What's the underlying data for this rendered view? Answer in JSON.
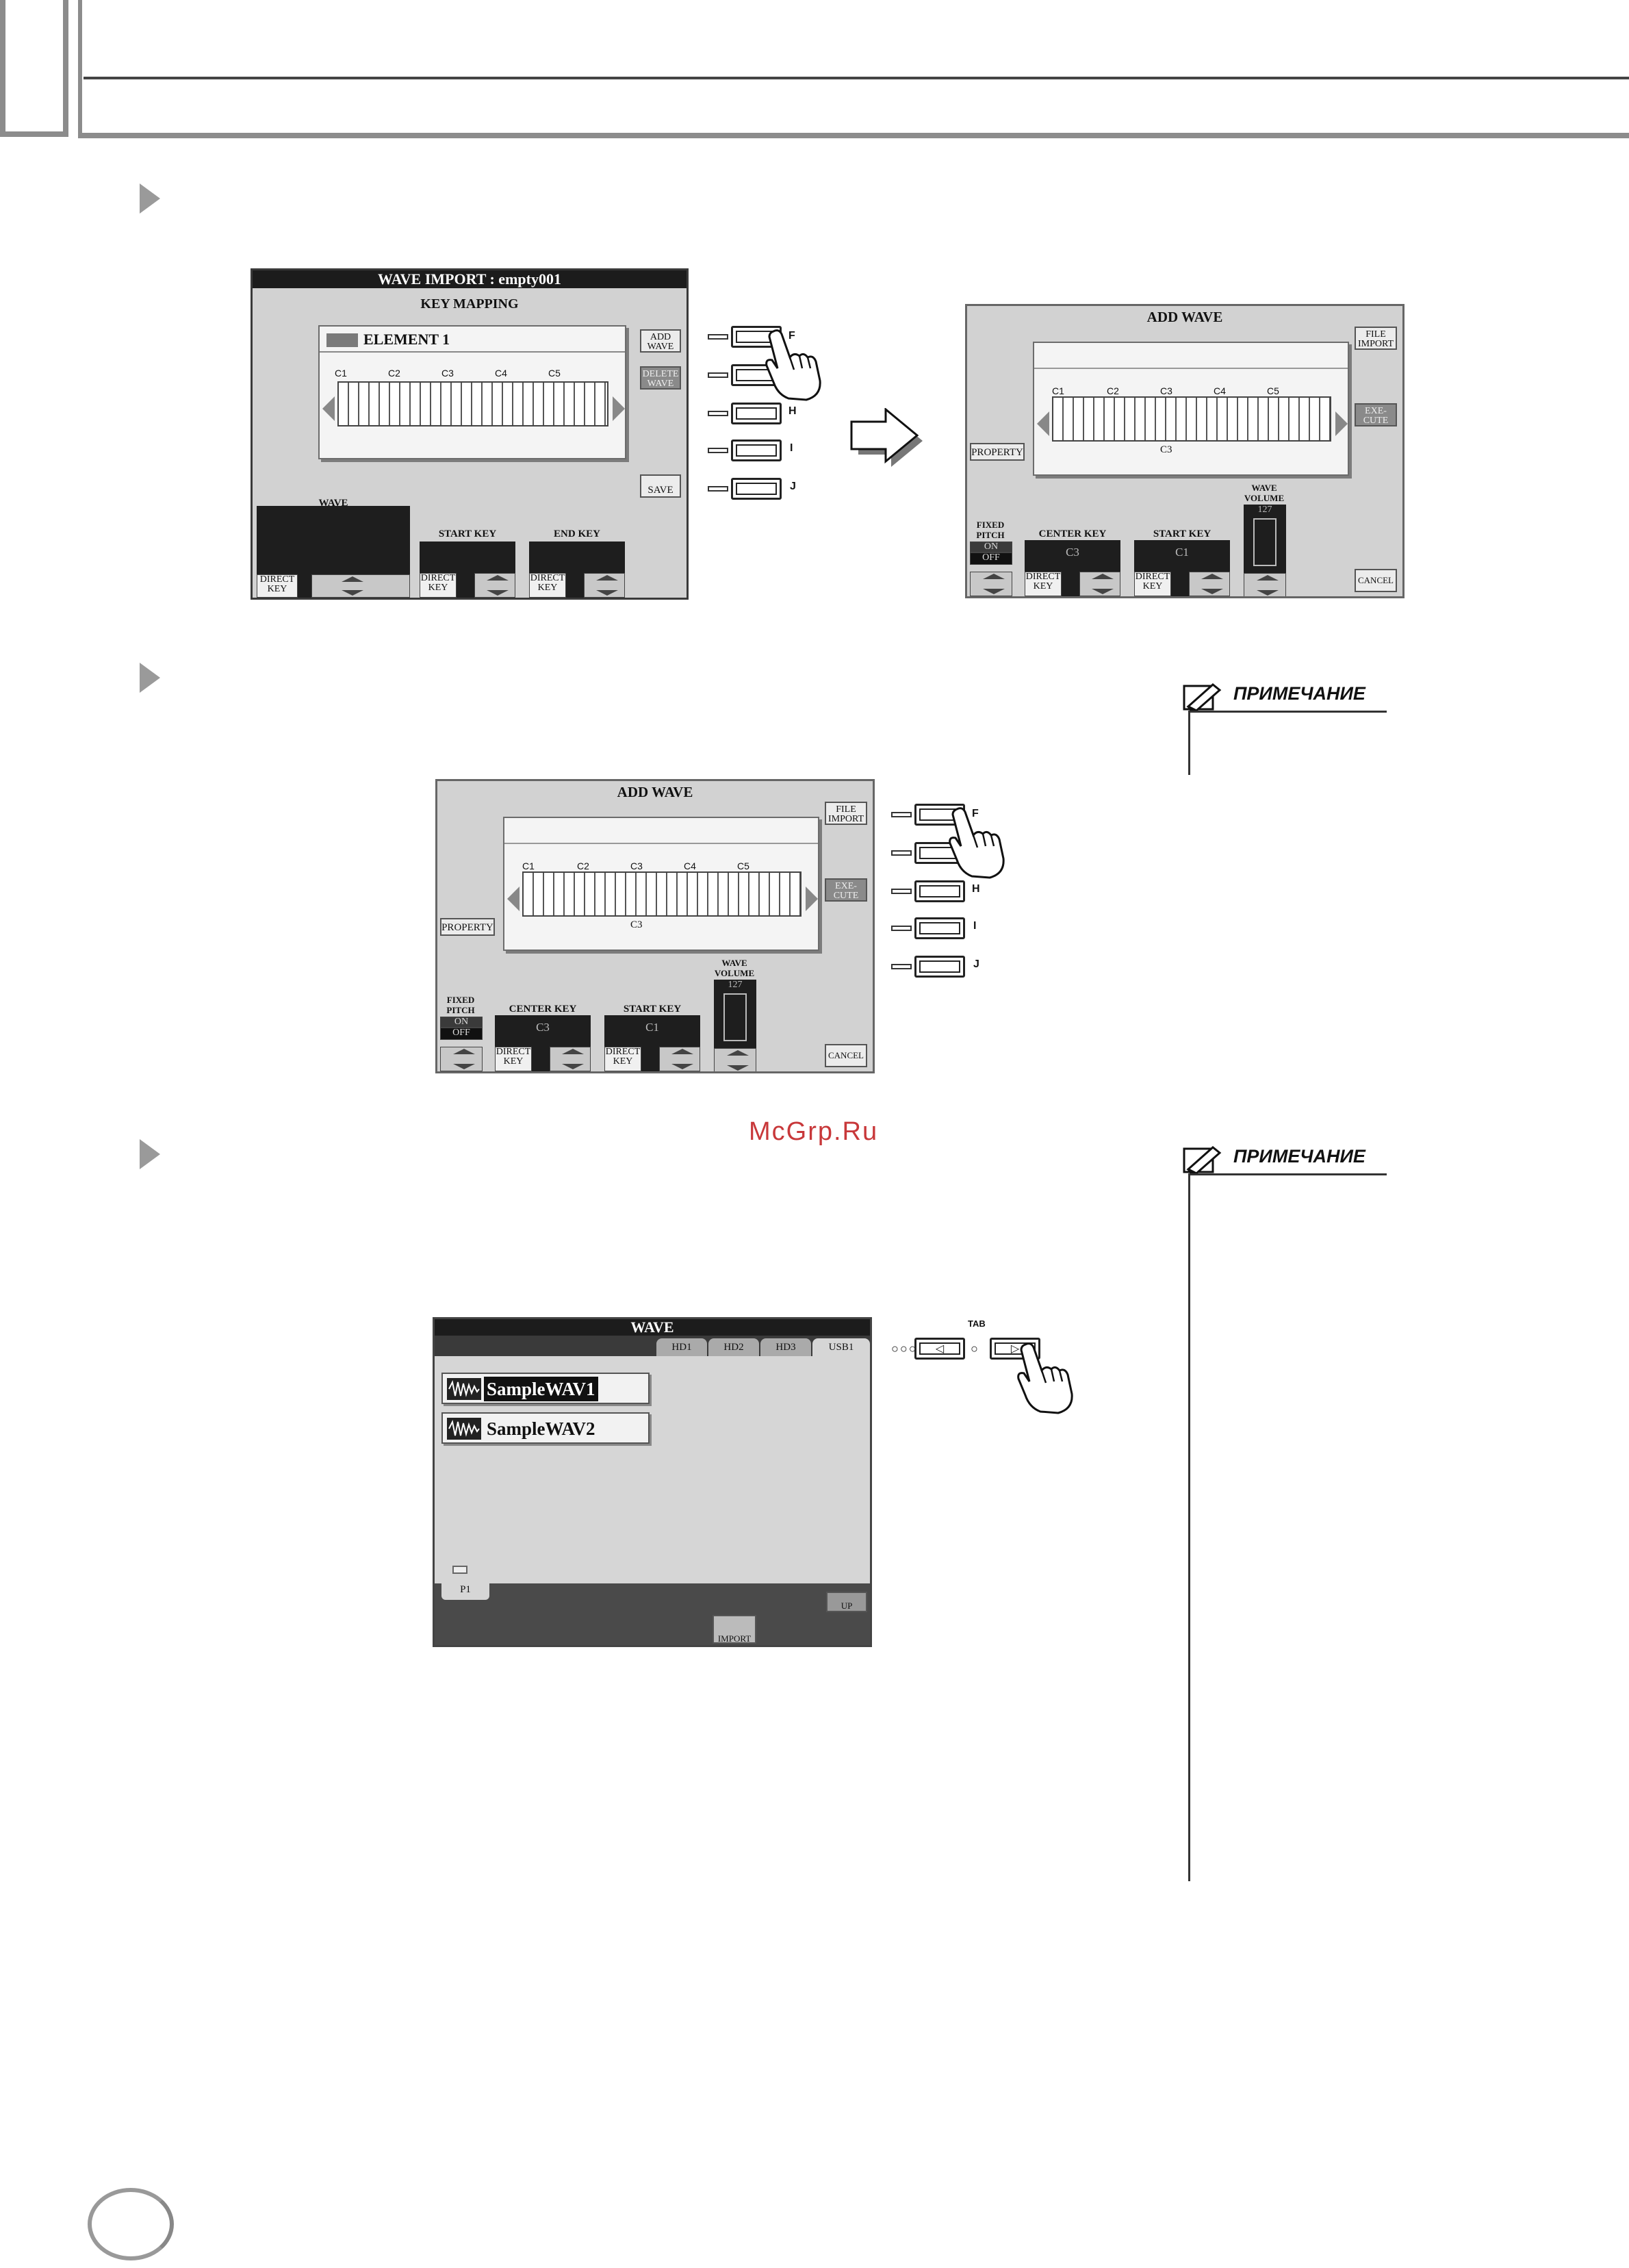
{
  "screen1": {
    "title": "WAVE IMPORT : empty001",
    "subtitle": "KEY MAPPING",
    "element": "ELEMENT 1",
    "octaves": [
      "C1",
      "C2",
      "C3",
      "C4",
      "C5"
    ],
    "add_wave": "ADD WAVE",
    "delete_wave": "DELETE WAVE",
    "save": "SAVE",
    "wave_label": "WAVE",
    "start_key": "START KEY",
    "end_key": "END KEY",
    "direct_key": "DIRECT KEY"
  },
  "screen2": {
    "title": "ADD WAVE",
    "octaves": [
      "C1",
      "C2",
      "C3",
      "C4",
      "C5"
    ],
    "marker": "C3",
    "file_import": "FILE IMPORT",
    "execute": "EXE-CUTE",
    "property": "PROPERTY",
    "fixed_pitch": "FIXED PITCH",
    "on": "ON",
    "off": "OFF",
    "center_key": "CENTER KEY",
    "center_val": "C3",
    "start_key": "START KEY",
    "start_val": "C1",
    "wave_volume": "WAVE VOLUME",
    "volume_val": "127",
    "cancel": "CANCEL",
    "direct_key": "DIRECT KEY"
  },
  "panel_labels": [
    "F",
    "",
    "H",
    "I",
    "J"
  ],
  "note": "ПРИМЕЧАНИЕ",
  "watermark": "McGrp.Ru",
  "screen4": {
    "title": "WAVE",
    "tabs": [
      "HD1",
      "HD2",
      "HD3",
      "USB1"
    ],
    "files": [
      "SampleWAV1",
      "SampleWAV2"
    ],
    "page": "P1",
    "up": "UP",
    "import": "IMPORT",
    "tab_label": "TAB"
  }
}
